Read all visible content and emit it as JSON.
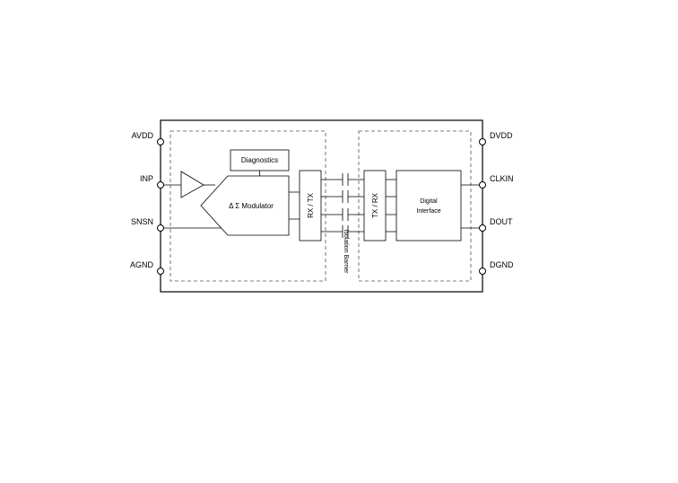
{
  "pins_left": [
    "AVDD",
    "INP",
    "SNSN",
    "AGND"
  ],
  "pins_right": [
    "DVDD",
    "CLKIN",
    "DOUT",
    "DGND"
  ],
  "blocks": {
    "diagnostics": "Diagnostics",
    "modulator": "Δ Σ Modulator",
    "rx_tx": "RX / TX",
    "tx_rx": "TX / RX",
    "digital_interface_line1": "Digital",
    "digital_interface_line2": "Interface",
    "isolation_barrier": "Isolation Barrier"
  }
}
